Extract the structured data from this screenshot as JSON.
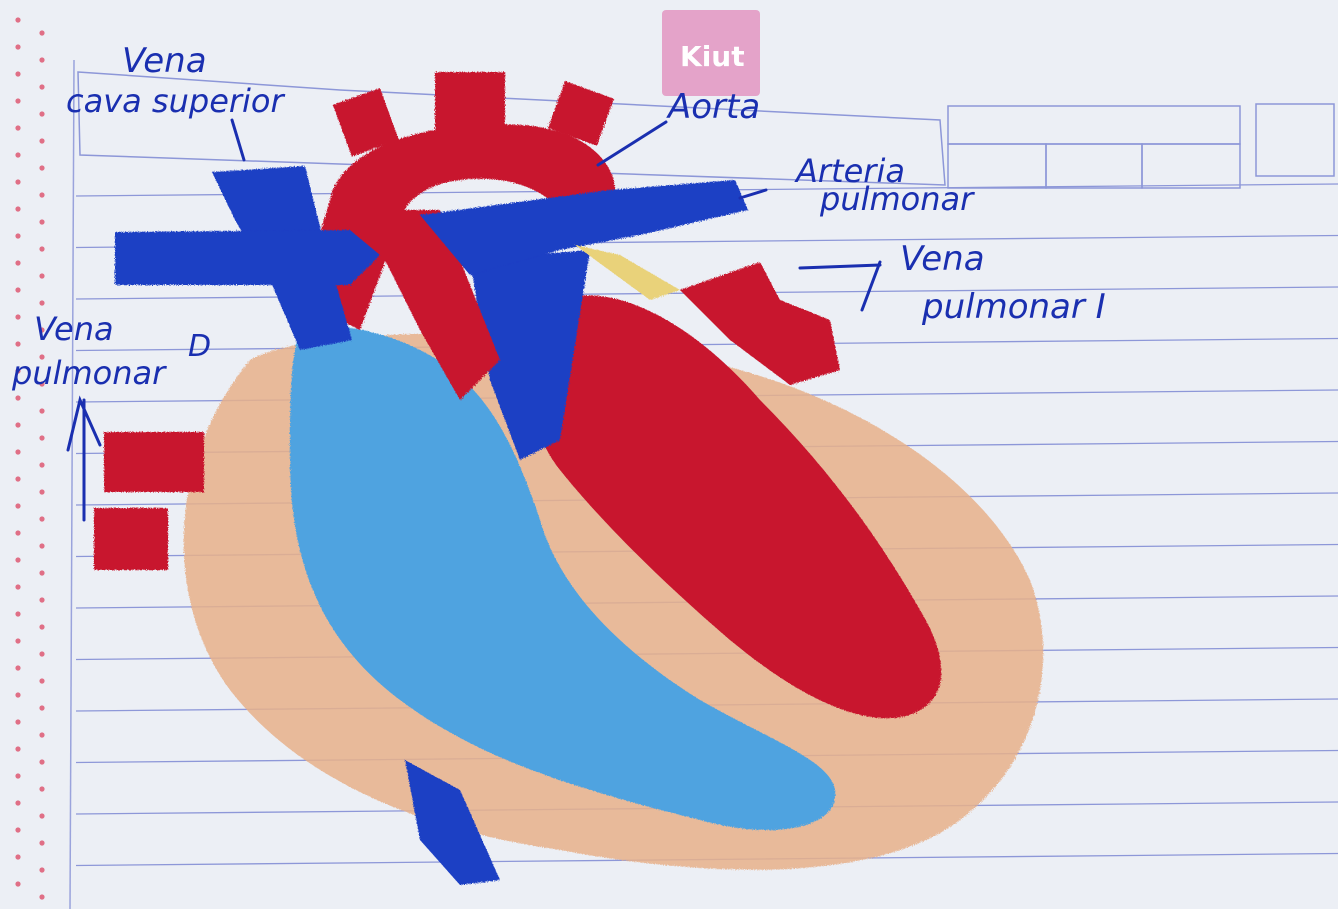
{
  "logo": {
    "text": "Kiut"
  },
  "labels": {
    "vena_cava_line1": "Vena",
    "vena_cava_line2": "cava superior",
    "aorta": "Aorta",
    "arteria_line1": "Arteria",
    "arteria_line2": "pulmonar",
    "vena_pulmonar_i_line1": "Vena",
    "vena_pulmonar_i_line2": "pulmonar I",
    "vena_pulmonar_d_line1": "Vena",
    "vena_pulmonar_d_line2": "pulmonar",
    "vena_pulmonar_d_letter": "D"
  },
  "colors": {
    "paper": "#eceff5",
    "ruled_line": "#8d97d8",
    "margin_dot": "#e06f86",
    "ink": "#1a2fb0",
    "red": "#c8162e",
    "dark_blue": "#1f3fc4",
    "light_blue": "#4fa3e0",
    "peach": "#e8b08a",
    "logo_pink": "#e4a3c9"
  }
}
